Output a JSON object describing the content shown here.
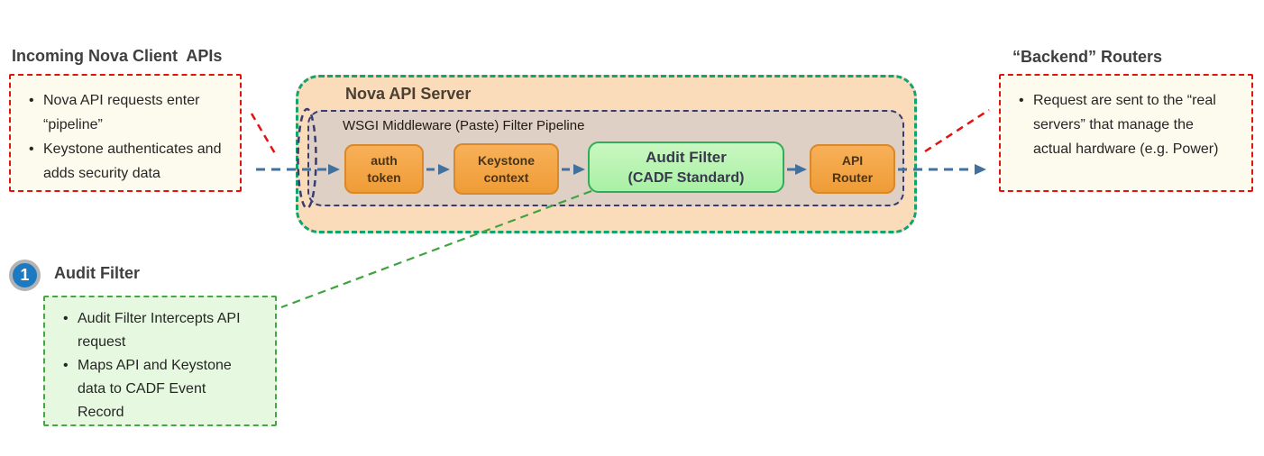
{
  "colors": {
    "note_border_red": "#e21212",
    "note_fill_cream": "#fdfbee",
    "note_border_green": "#43a843",
    "note_fill_green": "#e6f9e0",
    "server_border_teal": "#0fa572",
    "server_fill_peach": "#fbdcba",
    "pipeline_border_navy": "#3b3b6f",
    "pipeline_fill_tan": "#ded0c5",
    "node_orange_fill": "#f3a747",
    "node_orange_border": "#d9882b",
    "node_green_fill": "#b8f4b0",
    "node_green_border": "#2fad58",
    "arrow_blue": "#41719c",
    "badge_blue": "#1e7ac0",
    "badge_ring_gray": "#b3b3b3"
  },
  "notes": {
    "incoming": {
      "title": "Incoming Nova Client  APIs",
      "bullets": [
        "Nova API requests enter “pipeline”",
        "Keystone authenticates and adds security data"
      ]
    },
    "backend": {
      "title": "“Backend” Routers",
      "bullets": [
        "Request are sent to the “real servers” that manage the actual hardware (e.g. Power)"
      ]
    },
    "audit": {
      "badge": "1",
      "title": "Audit Filter",
      "bullets": [
        "Audit Filter Intercepts API request",
        "Maps API and Keystone data to CADF Event Record"
      ]
    }
  },
  "server": {
    "title": "Nova API Server",
    "pipeline_title": "WSGI Middleware (Paste) Filter Pipeline",
    "nodes": {
      "auth": {
        "line1": "auth",
        "line2": "token"
      },
      "keystone": {
        "line1": "Keystone",
        "line2": "context"
      },
      "audit": {
        "line1": "Audit Filter",
        "line2": "(CADF Standard)"
      },
      "router": {
        "line1": "API",
        "line2": "Router"
      }
    }
  }
}
